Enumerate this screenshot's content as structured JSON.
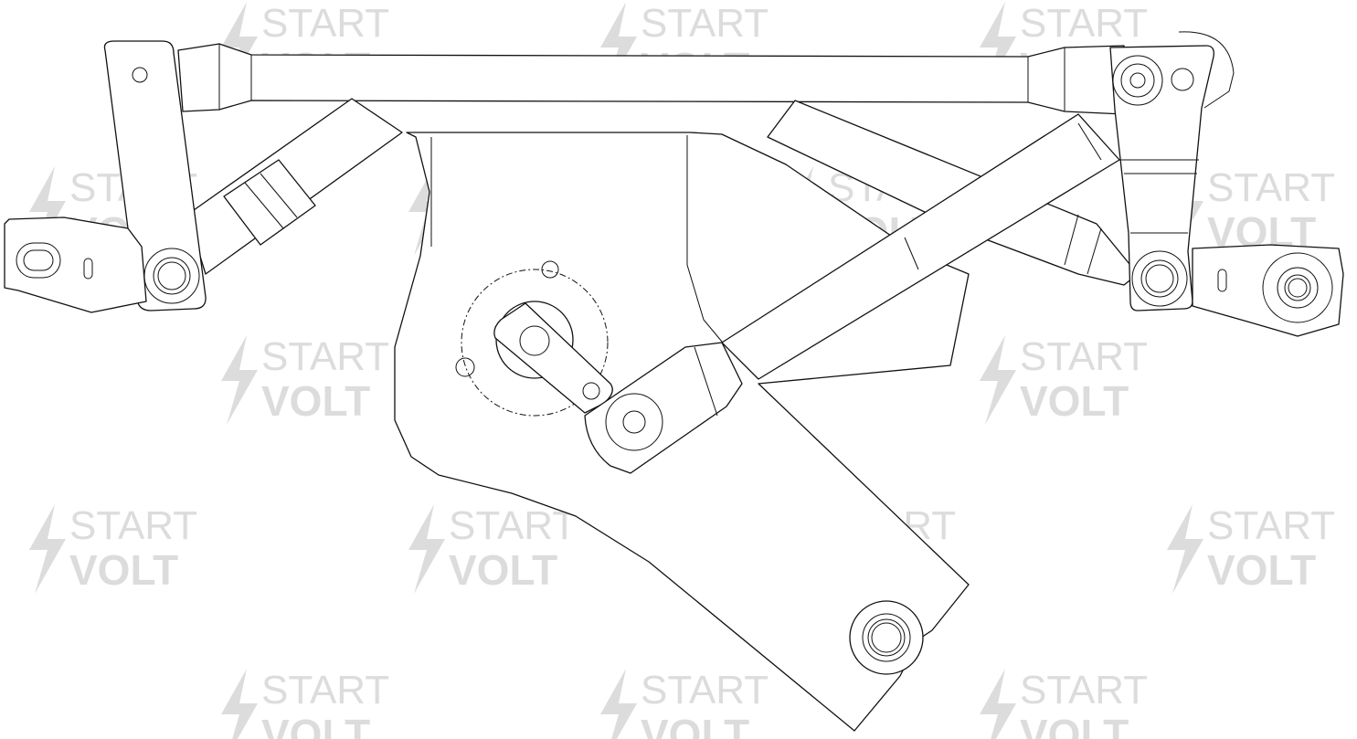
{
  "watermark": {
    "line1": "START",
    "line2": "VOLT",
    "icon": "lightning-bolt-icon",
    "color": "#dcdcdc"
  },
  "diagram": {
    "subject": "windshield-wiper-linkage",
    "line_color": "#111111",
    "background": "#ffffff"
  }
}
